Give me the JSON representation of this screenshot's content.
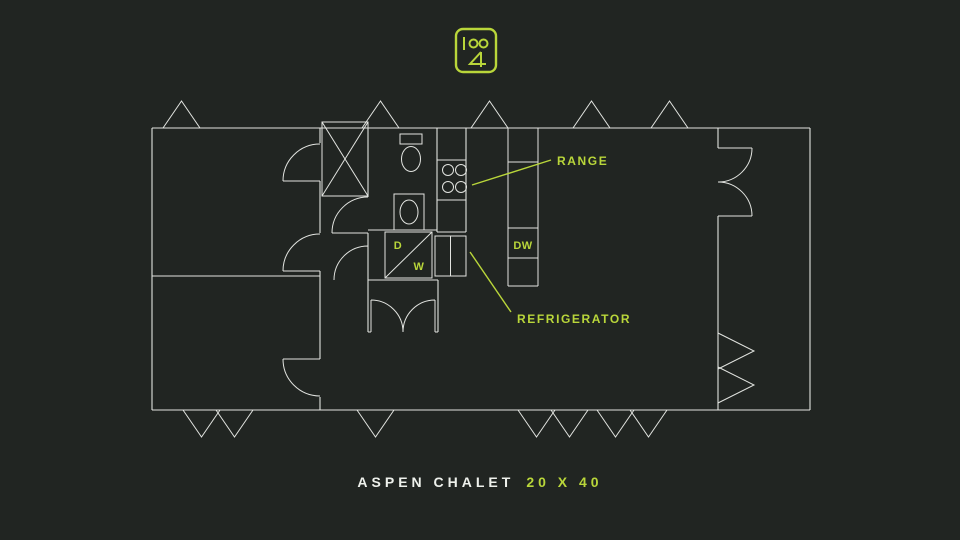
{
  "colors": {
    "background": "#212522",
    "line": "#e2e4e0",
    "accent": "#b9d63a"
  },
  "icons": {
    "logo": "floor-plan-brand-badge"
  },
  "annotations": {
    "range": "RANGE",
    "refrigerator": "REFRIGERATOR",
    "dishwasher": "DW",
    "dryer": "D",
    "washer": "W"
  },
  "caption": {
    "title": "ASPEN CHALET",
    "dimensions": "20 X 40"
  }
}
